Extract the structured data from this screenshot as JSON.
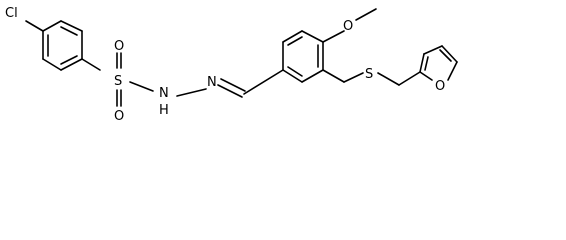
{
  "molecule": {
    "atoms": {
      "chlorine": "Cl",
      "sulfur_sulfonyl": "S",
      "oxygen_sulfonyl_top": "O",
      "oxygen_sulfonyl_bottom": "O",
      "nitrogen_nh": "N",
      "hydrogen_nh": "H",
      "nitrogen_imine": "N",
      "oxygen_methoxy": "O",
      "sulfur_thioether": "S",
      "oxygen_furan": "O"
    },
    "colors": {
      "bond": "#000000",
      "label": "#000000",
      "background": "#ffffff"
    }
  }
}
